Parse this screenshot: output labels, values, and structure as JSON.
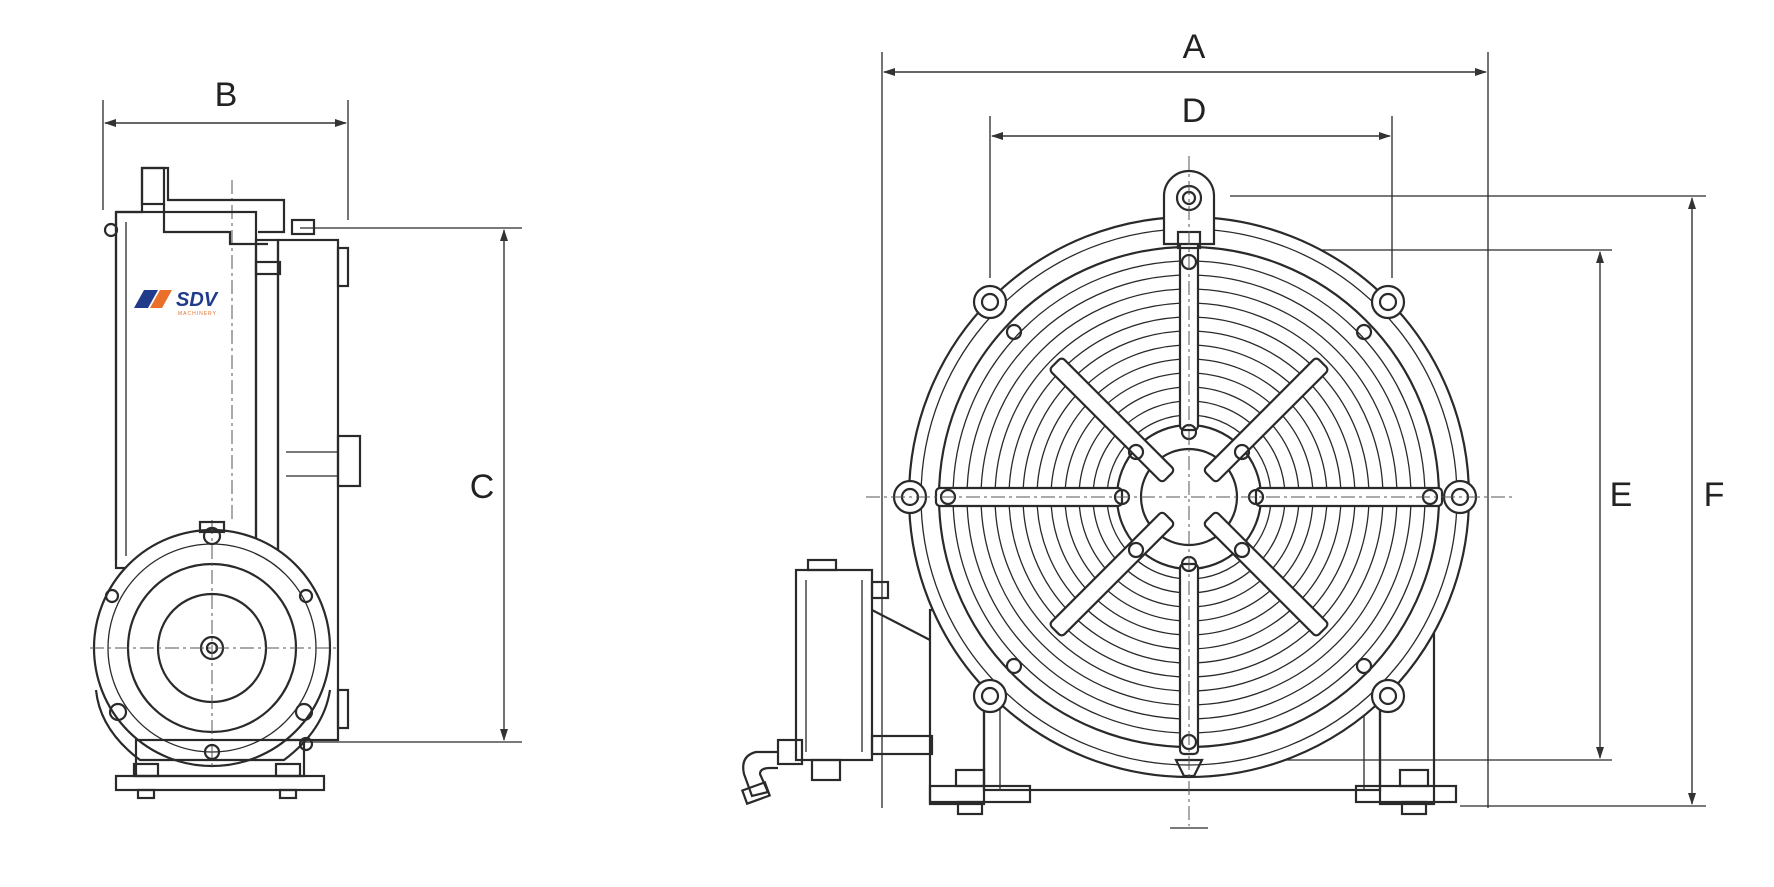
{
  "dimensions": {
    "A": "A",
    "B": "B",
    "C": "C",
    "D": "D",
    "E": "E",
    "F": "F"
  },
  "logo": {
    "brand": "SDV",
    "tagline": "MACHINERY",
    "colors": {
      "blue": "#1f3b8a",
      "orange": "#e8702a"
    }
  },
  "views": {
    "side": {
      "icon": "side-elevation"
    },
    "front": {
      "icon": "front-elevation-fan-guard"
    }
  }
}
